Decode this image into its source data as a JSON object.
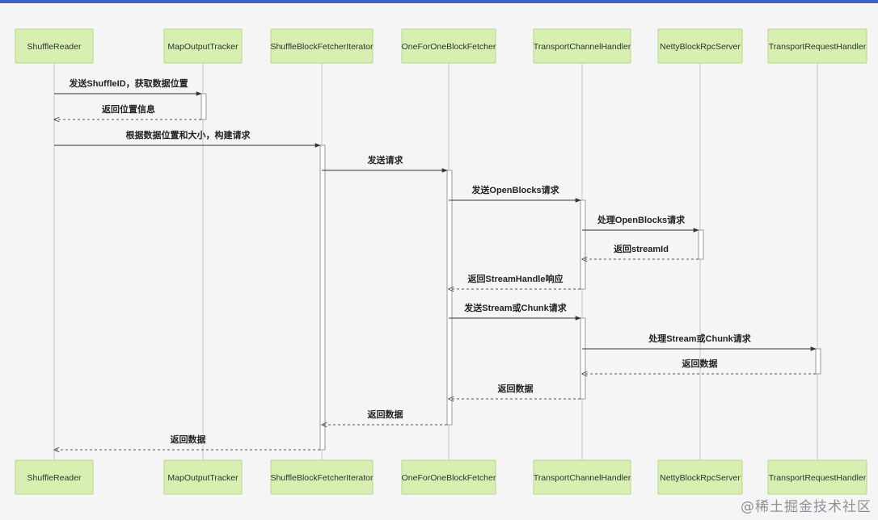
{
  "participants": [
    "ShuffleReader",
    "MapOutputTracker",
    "ShuffleBlockFetcherIterator",
    "OneForOneBlockFetcher",
    "TransportChannelHandler",
    "NettyBlockRpcServer",
    "TransportRequestHandler"
  ],
  "messages": [
    {
      "from": 0,
      "to": 1,
      "label": "发送ShuffleID，获取数据位置",
      "style": "solid"
    },
    {
      "from": 1,
      "to": 0,
      "label": "返回位置信息",
      "style": "dashed"
    },
    {
      "from": 0,
      "to": 2,
      "label": "根据数据位置和大小，构建请求",
      "style": "solid"
    },
    {
      "from": 2,
      "to": 3,
      "label": "发送请求",
      "style": "solid"
    },
    {
      "from": 3,
      "to": 4,
      "label": "发送OpenBlocks请求",
      "style": "solid"
    },
    {
      "from": 4,
      "to": 5,
      "label": "处理OpenBlocks请求",
      "style": "solid"
    },
    {
      "from": 5,
      "to": 4,
      "label": "返回streamId",
      "style": "dashed"
    },
    {
      "from": 4,
      "to": 3,
      "label": "返回StreamHandle响应",
      "style": "dashed"
    },
    {
      "from": 3,
      "to": 4,
      "label": "发送Stream或Chunk请求",
      "style": "solid"
    },
    {
      "from": 4,
      "to": 6,
      "label": "处理Stream或Chunk请求",
      "style": "solid"
    },
    {
      "from": 6,
      "to": 4,
      "label": "返回数据",
      "style": "dashed"
    },
    {
      "from": 4,
      "to": 3,
      "label": "返回数据",
      "style": "dashed"
    },
    {
      "from": 3,
      "to": 2,
      "label": "返回数据",
      "style": "dashed"
    },
    {
      "from": 2,
      "to": 0,
      "label": "返回数据",
      "style": "dashed"
    }
  ],
  "watermark": "@稀土掘金技术社区"
}
